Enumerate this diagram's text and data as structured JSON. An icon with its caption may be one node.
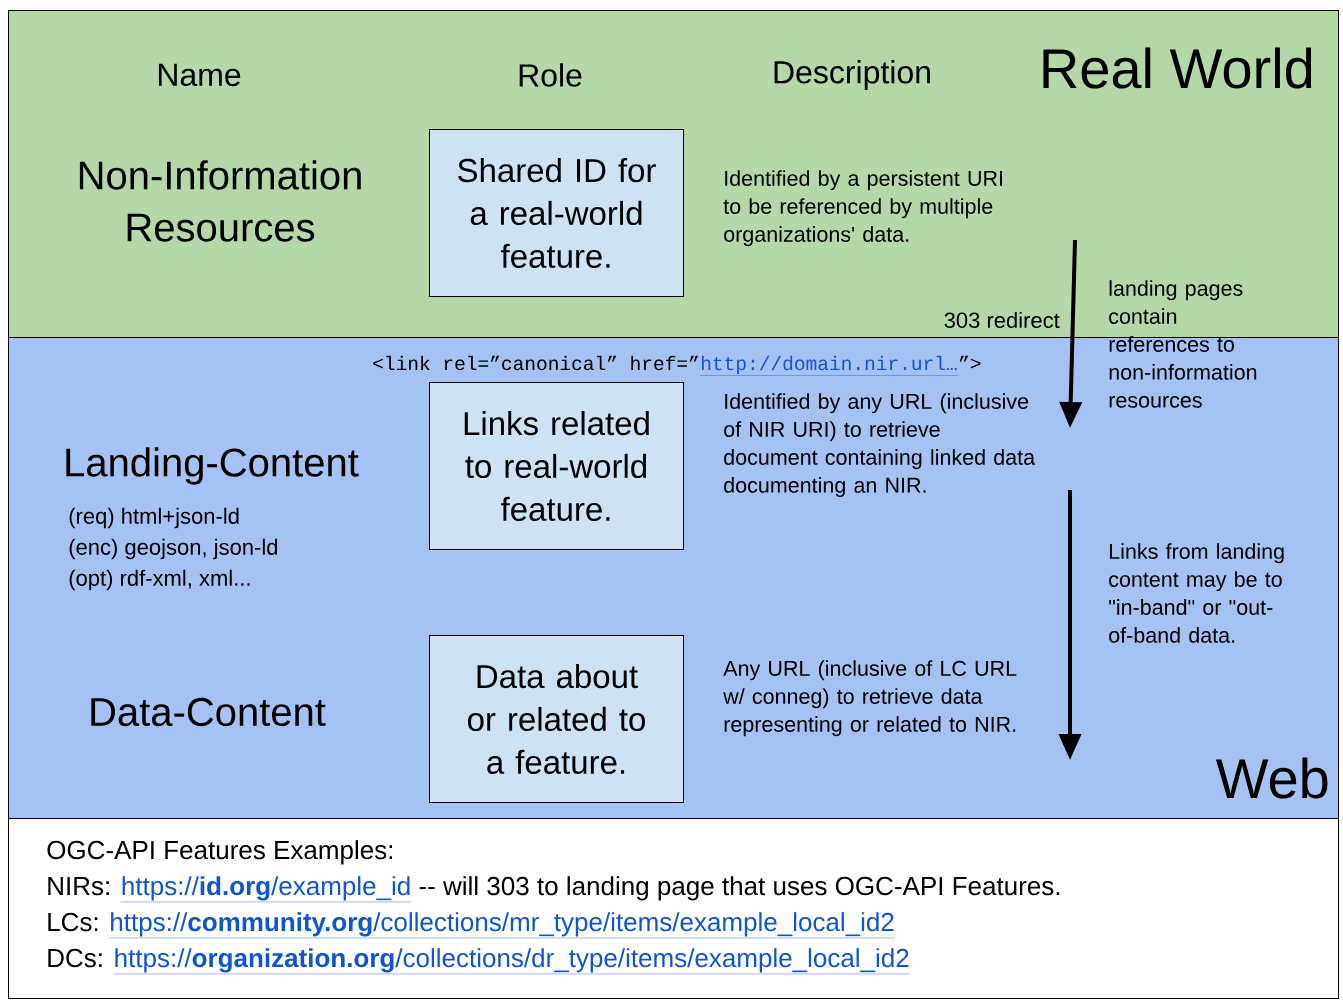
{
  "diagram": {
    "nodes": [
      {
        "text": [
          "Real World"
        ]
      },
      {
        "text": [
          "Web"
        ]
      },
      {
        "text": [
          "Shared ID for a real-world feature."
        ],
        "in": 0
      },
      {
        "text": [
          "Links related to real-world feature."
        ],
        "in": 1
      },
      {
        "text": [
          "Data about or related to a feature."
        ],
        "in": 1
      },
      {
        "text": [
          "OGC-API Features Examples:",
          "NIRs:",
          "https://**id.org**/example_id",
          "-- will 303 to landing page that uses OGC-API Features.",
          "LCs:",
          "https://**community.org**/collections/mr_type/items/example_local_id2",
          "DCs:",
          "https://**organization.org**/collections/dr_type/items/example_local_id2"
        ]
      }
    ],
    "labels": [
      "Name",
      "Role",
      "Description",
      "Non-Information Resources",
      "Identified by a persistent URI to be referenced by multiple organizations' data.",
      "303 redirect",
      "landing pages contain references to non-information resources",
      "<link rel=”canonical” href=”",
      "http://domain.nir.url…",
      "”>",
      "Landing-Content",
      "Identified by any URL (inclusive of NIR URI) to retrieve document containing linked data documenting an NIR.",
      "(req) html+json-ld",
      "(enc) geojson, json-ld",
      "(opt) rdf-xml, xml...",
      "Links from landing content may be to \"in-band\" or \"out-of-band data.",
      "Data-Content",
      "Any URL (inclusive of LC URL w/ conneg) to retrieve data representing or related to NIR."
    ]
  }
}
